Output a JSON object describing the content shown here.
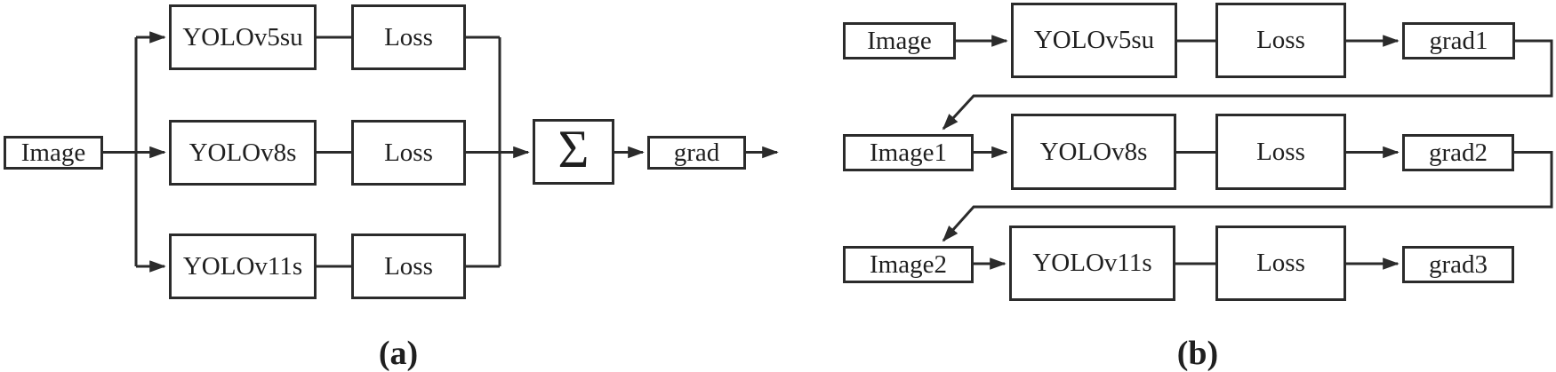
{
  "figure": {
    "background": "#ffffff",
    "line_color": "#2b2b2b",
    "panel_a": {
      "caption": "(a)",
      "input": "Image",
      "rows": [
        {
          "model": "YOLOv5su",
          "loss": "Loss"
        },
        {
          "model": "YOLOv8s",
          "loss": "Loss"
        },
        {
          "model": "YOLOv11s",
          "loss": "Loss"
        }
      ],
      "sum_symbol": "Σ",
      "output": "grad"
    },
    "panel_b": {
      "caption": "(b)",
      "rows": [
        {
          "input": "Image",
          "model": "YOLOv5su",
          "loss": "Loss",
          "grad": "grad1"
        },
        {
          "input": "Image1",
          "model": "YOLOv8s",
          "loss": "Loss",
          "grad": "grad2"
        },
        {
          "input": "Image2",
          "model": "YOLOv11s",
          "loss": "Loss",
          "grad": "grad3"
        }
      ]
    }
  }
}
